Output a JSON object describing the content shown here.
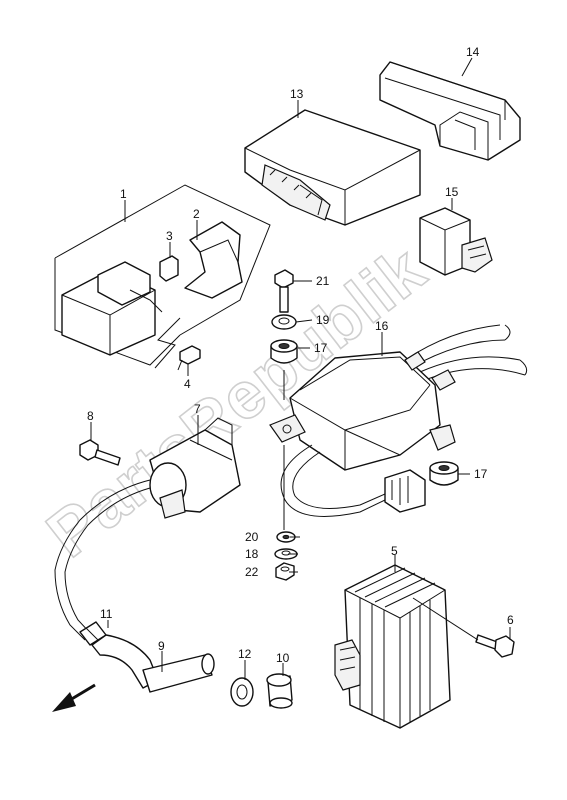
{
  "watermark": "PartsRepublik",
  "callouts": {
    "c1": "1",
    "c2": "2",
    "c3": "3",
    "c4": "4",
    "c5": "5",
    "c6": "6",
    "c7": "7",
    "c8": "8",
    "c9": "9",
    "c10": "10",
    "c11": "11",
    "c12": "12",
    "c13": "13",
    "c14": "14",
    "c15": "15",
    "c16": "16",
    "c17a": "17",
    "c17b": "17",
    "c18": "18",
    "c19": "19",
    "c20": "20",
    "c21": "21",
    "c22": "22"
  },
  "icons": {
    "direction_arrow": "front-direction-arrow-icon"
  }
}
